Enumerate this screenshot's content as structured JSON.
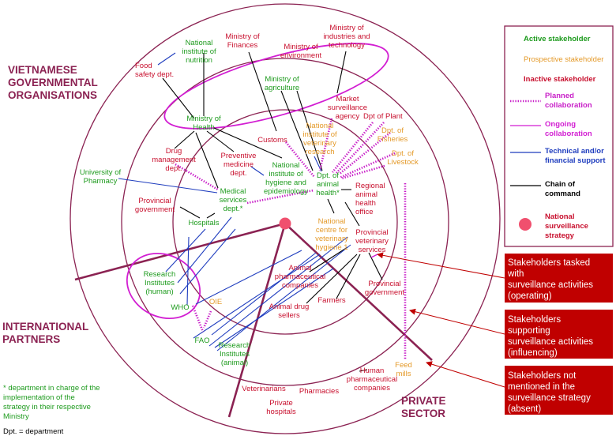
{
  "sectors": {
    "government_line1": "VIETNAMESE",
    "government_line2": "GOVERNMENTAL",
    "government_line3": "ORGANISATIONS",
    "international_line1": "INTERNATIONAL",
    "international_line2": "PARTNERS",
    "private_line1": "PRIVATE",
    "private_line2": "SECTOR"
  },
  "nodes": {
    "national_institute_nutrition": [
      "National",
      "institute of",
      "nutrition"
    ],
    "ministry_finances": [
      "Ministry of",
      "Finances"
    ],
    "ministry_environment": [
      "Ministry of",
      "environment"
    ],
    "ministry_industries": [
      "Ministry of",
      "industries and",
      "technology"
    ],
    "food_safety": [
      "Food",
      "safety dept."
    ],
    "ministry_agriculture": [
      "Ministry of",
      "agriculture"
    ],
    "market_surveillance": [
      "Market",
      "surveillance",
      "agency"
    ],
    "ministry_health": [
      "Ministry of",
      "Health"
    ],
    "dpt_plant": [
      "Dpt of Plant"
    ],
    "dpt_fisheries": [
      "Dpt. of",
      "Fisheries"
    ],
    "nivr": [
      "National",
      "institute of",
      "veterinary",
      "research"
    ],
    "customs": [
      "Customs"
    ],
    "drug_management": [
      "Drug",
      "management",
      "dept."
    ],
    "preventive_medicine": [
      "Preventive",
      "medicine",
      "dept."
    ],
    "nihe": [
      "National",
      "institute of",
      "hygiene and",
      "epidemiology"
    ],
    "dpt_animal_health": [
      "Dpt. of",
      "animal",
      "health*"
    ],
    "dpt_livestock": [
      "Dpt. of",
      "Livestock"
    ],
    "university_pharmacy": [
      "University of",
      "Pharmacy"
    ],
    "medical_services": [
      "Medical",
      "services",
      "dept.*"
    ],
    "regional_animal_health": [
      "Regional",
      "animal",
      "health",
      "office"
    ],
    "provincial_government_top": [
      "Provincial",
      "government"
    ],
    "hospitals": [
      "Hospitals"
    ],
    "national_centre": [
      "National",
      "centre for",
      "veterinary",
      "hygiene 1"
    ],
    "provincial_vet_services": [
      "Provincial",
      "veterinary",
      "services"
    ],
    "research_human": [
      "Research",
      "Institutes",
      "(human)"
    ],
    "animal_pharma": [
      "Animal",
      "pharmaceutical",
      "companies"
    ],
    "provincial_government_bottom": [
      "Provincial",
      "government"
    ],
    "oie": [
      "OIE"
    ],
    "who": [
      "WHO"
    ],
    "farmers": [
      "Farmers"
    ],
    "animal_drug_sellers": [
      "Animal drug",
      "sellers"
    ],
    "fao": [
      "FAO"
    ],
    "research_animal": [
      "Research",
      "Institutes",
      "(animal)"
    ],
    "human_pharma": [
      "Human",
      "pharmaceutical",
      "companies"
    ],
    "feed_mills": [
      "Feed",
      "mills"
    ],
    "veterinarians": [
      "Veterinarians"
    ],
    "pharmacies": [
      "Pharmacies"
    ],
    "private_hospitals": [
      "Private",
      "hospitals"
    ]
  },
  "legend": {
    "active": "Active stakeholder",
    "prospective": "Prospective stakeholder",
    "inactive": "Inactive stakeholder",
    "planned": [
      "Planned",
      "collaboration"
    ],
    "ongoing": [
      "Ongoing",
      "collaboration"
    ],
    "technical": [
      "Technical and/or",
      "financial support"
    ],
    "chain": [
      "Chain of",
      "command"
    ],
    "strategy": [
      "National",
      "surveillance",
      "strategy"
    ]
  },
  "boxes": {
    "operating": [
      "Stakeholders tasked",
      "with",
      "surveillance activities",
      "(operating)"
    ],
    "influencing": [
      "Stakeholders",
      "supporting",
      "surveillance activities",
      "(influencing)"
    ],
    "absent": [
      "Stakeholders not",
      "mentioned in the",
      "surveillance strategy",
      "(absent)"
    ]
  },
  "notes": {
    "asterisk": [
      "* department in charge of the",
      "implementation of the",
      "strategy in their respective",
      "Ministry"
    ],
    "dpt": "Dpt. = department"
  },
  "colors": {
    "active": "#1e9b1e",
    "prospective": "#e49a2a",
    "inactive": "#c8102e",
    "planned": "#c81ec8",
    "ongoing": "#d21ed2",
    "technical": "#1e3cbe",
    "chain": "#000000",
    "sector": "#8b2252",
    "strategy": "#f0506e",
    "box": "#c00000"
  }
}
